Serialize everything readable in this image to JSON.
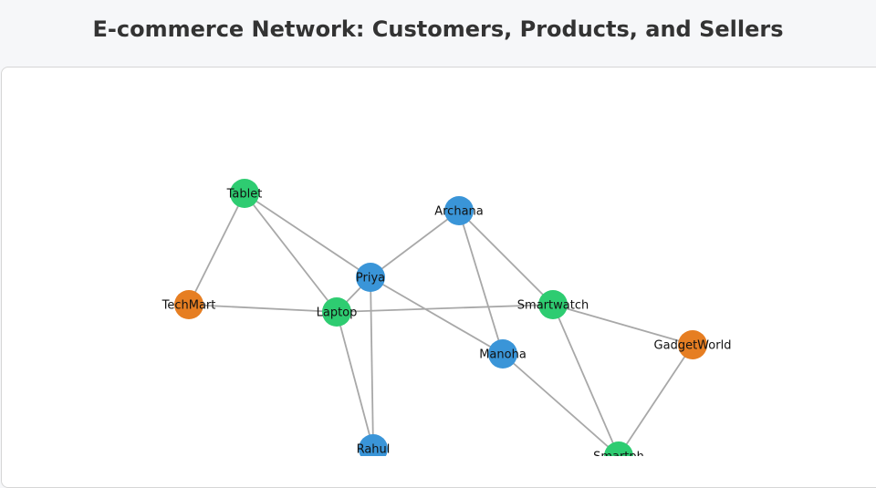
{
  "header": {
    "title": "E-commerce Network: Customers, Products, and Sellers"
  },
  "colors": {
    "customer": "#3a95d8",
    "product": "#2ecc71",
    "seller": "#e67e22",
    "edge": "#a8a8a8"
  },
  "nodes": [
    {
      "id": "tablet",
      "label": "Tablet",
      "type": "product"
    },
    {
      "id": "archana",
      "label": "Archana",
      "type": "customer"
    },
    {
      "id": "priya",
      "label": "Priya",
      "type": "customer"
    },
    {
      "id": "techmart",
      "label": "TechMart",
      "type": "seller"
    },
    {
      "id": "laptop",
      "label": "Laptop",
      "type": "product"
    },
    {
      "id": "smartwatch",
      "label": "Smartwatch",
      "type": "product"
    },
    {
      "id": "manoha",
      "label": "Manoha",
      "type": "customer"
    },
    {
      "id": "gadgetworld",
      "label": "GadgetWorld",
      "type": "seller"
    },
    {
      "id": "rahul",
      "label": "Rahul",
      "type": "customer"
    },
    {
      "id": "smartphone",
      "label": "Smartph",
      "type": "product"
    }
  ],
  "edges": [
    [
      "tablet",
      "techmart"
    ],
    [
      "tablet",
      "priya"
    ],
    [
      "tablet",
      "laptop"
    ],
    [
      "archana",
      "priya"
    ],
    [
      "archana",
      "smartwatch"
    ],
    [
      "archana",
      "manoha"
    ],
    [
      "priya",
      "laptop"
    ],
    [
      "priya",
      "manoha"
    ],
    [
      "priya",
      "rahul"
    ],
    [
      "techmart",
      "laptop"
    ],
    [
      "laptop",
      "smartwatch"
    ],
    [
      "laptop",
      "rahul"
    ],
    [
      "smartwatch",
      "gadgetworld"
    ],
    [
      "smartwatch",
      "smartphone"
    ],
    [
      "manoha",
      "smartphone"
    ],
    [
      "gadgetworld",
      "smartphone"
    ]
  ]
}
